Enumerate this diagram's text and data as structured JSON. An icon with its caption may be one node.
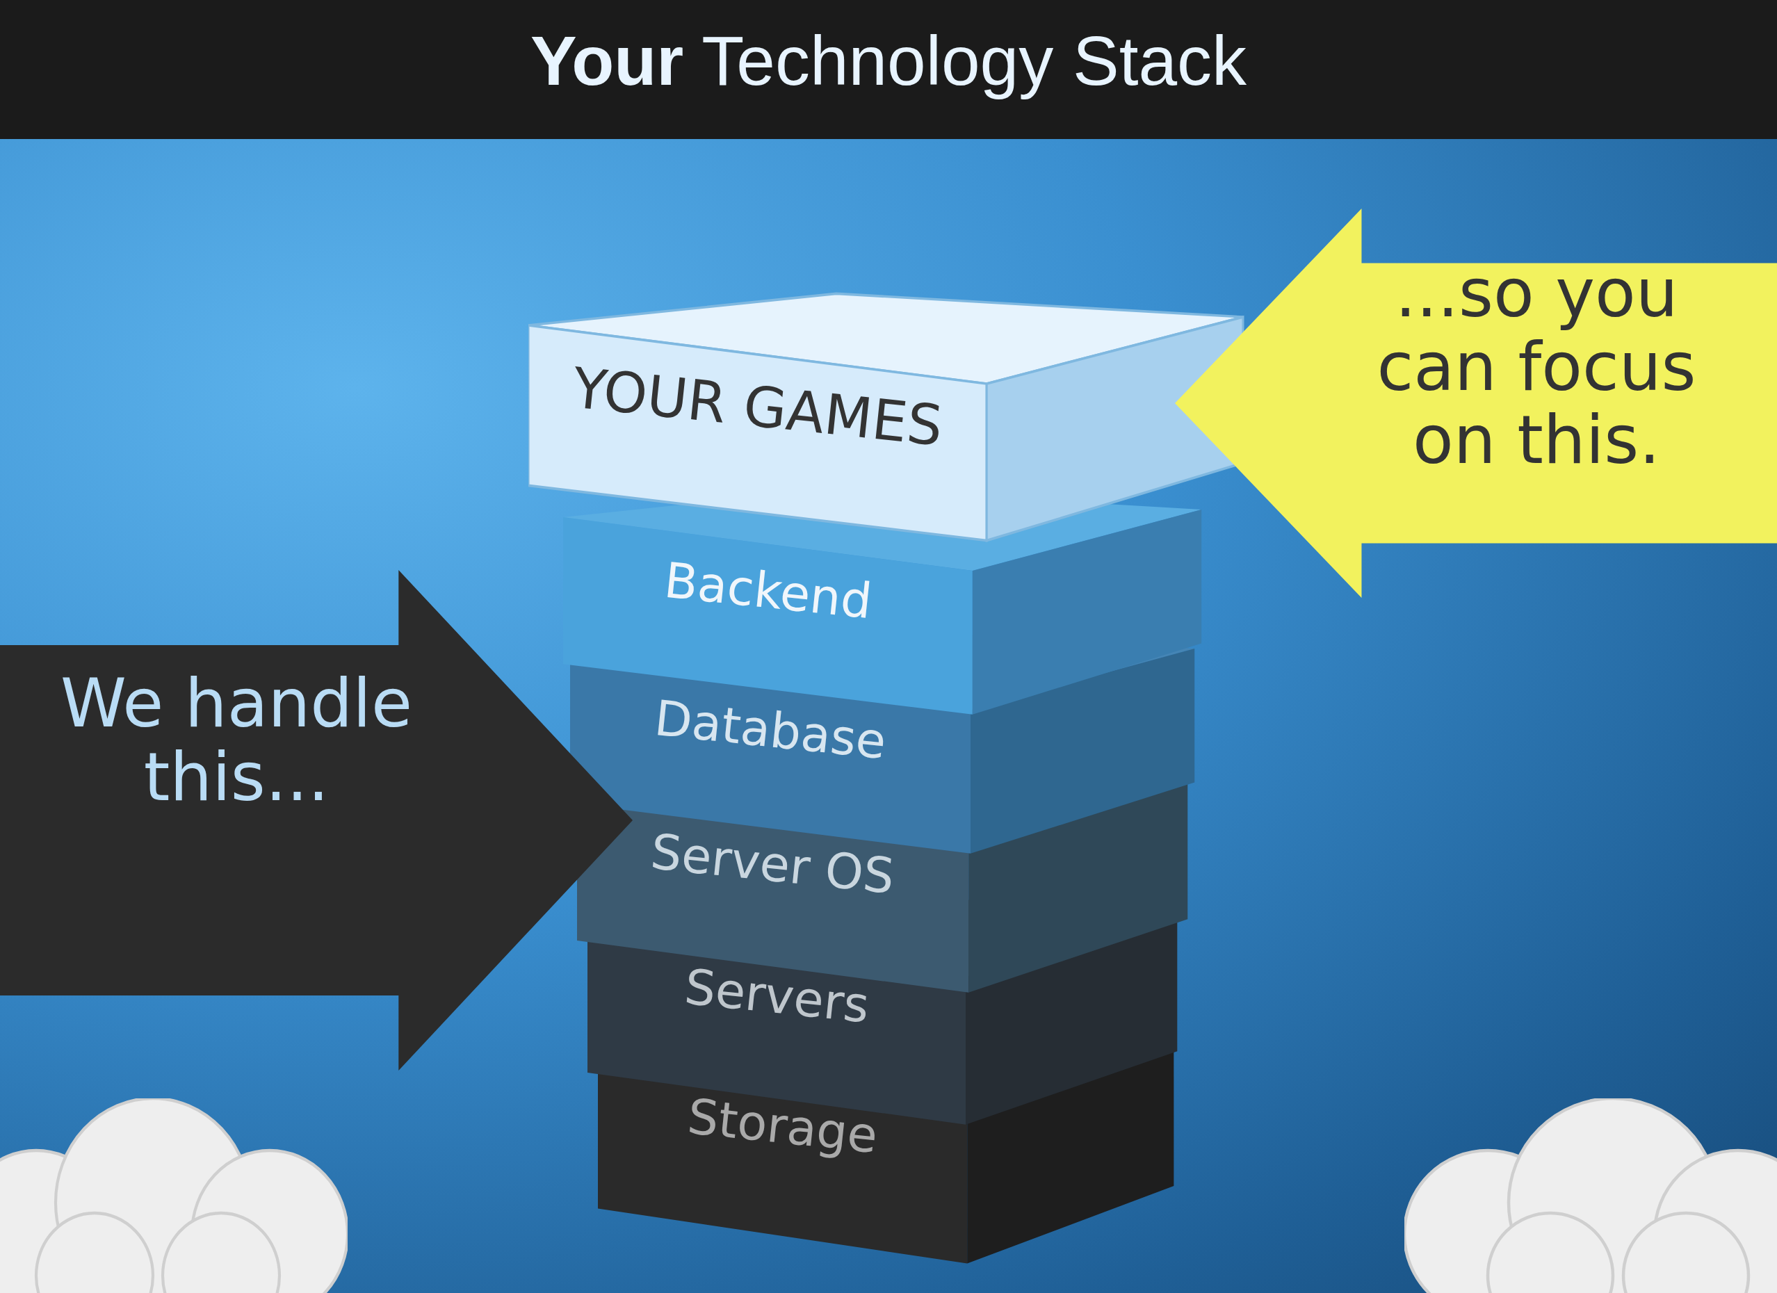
{
  "diagram": {
    "title": "**Your** Technology Stack",
    "nodes": [
      {
        "text": [
          "YOUR GAMES"
        ]
      },
      {
        "text": [
          "Backend"
        ]
      },
      {
        "text": [
          "Database"
        ]
      },
      {
        "text": [
          "Server OS"
        ]
      },
      {
        "text": [
          "Servers"
        ]
      },
      {
        "text": [
          "Storage"
        ]
      },
      {
        "text": [
          "We handle this..."
        ]
      },
      {
        "text": [
          "...so you can focus on this."
        ]
      }
    ]
  }
}
